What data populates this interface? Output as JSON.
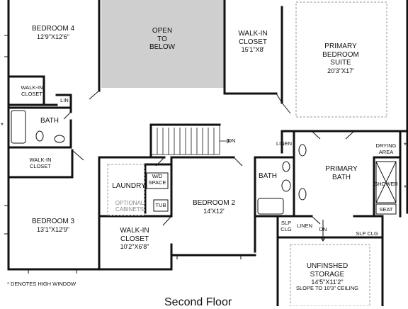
{
  "rooms": {
    "bedroom4": {
      "name": "BEDROOM 4",
      "dims": "12'9\"X12'6\""
    },
    "open_to_below": {
      "line1": "OPEN",
      "line2": "TO",
      "line3": "BELOW"
    },
    "walkin_closet_top": {
      "name": "WALK-IN",
      "name2": "CLOSET",
      "dims": "15'1\"X8'"
    },
    "primary_suite": {
      "line1": "PRIMARY",
      "line2": "BEDROOM",
      "line3": "SUITE",
      "dims": "20'3\"X17'"
    },
    "walkin_closet_b4": {
      "name": "WALK-IN",
      "name2": "CLOSET"
    },
    "lin_top": {
      "name": "LIN"
    },
    "bath_left": {
      "name": "BATH"
    },
    "dn_stair": {
      "name": "DN"
    },
    "linen_right": {
      "name": "LINEN"
    },
    "drying_area": {
      "name": "DRYING",
      "name2": "AREA"
    },
    "primary_bath": {
      "name": "PRIMARY",
      "name2": "BATH"
    },
    "walkin_closet_b3": {
      "name": "WALK-IN",
      "name2": "CLOSET"
    },
    "laundry": {
      "name": "LAUNDRY"
    },
    "wd_space": {
      "name": "W/D",
      "name2": "SPACE"
    },
    "optional_cabinets": {
      "name": "OPTIONAL",
      "name2": "CABINETS"
    },
    "tub": {
      "name": "TUB"
    },
    "bedroom2": {
      "name": "BEDROOM 2",
      "dims": "14'X12'"
    },
    "bath_mid": {
      "name": "BATH"
    },
    "shower": {
      "name": "SHOWER"
    },
    "seat": {
      "name": "SEAT"
    },
    "bedroom3": {
      "name": "BEDROOM 3",
      "dims": "13'1\"X12'9\""
    },
    "slp_clg_left": {
      "name": "SLP",
      "name2": "CLG"
    },
    "linen_bottom": {
      "name": "LINEN"
    },
    "dn_bottom": {
      "name": "DN"
    },
    "slp_clg_right": {
      "name": "SLP CLG"
    },
    "walkin_closet_bottom": {
      "name": "WALK-IN",
      "name2": "CLOSET",
      "dims": "10'2\"X6'8\""
    },
    "storage": {
      "name": "UNFINSHED",
      "name2": "STORAGE",
      "dims": "14'5\"X11'2\"",
      "note": "SLOPE TO 10'3\" CEILING"
    }
  },
  "markers": {
    "star": "*"
  },
  "note": "* DENOTES HIGH WINDOW",
  "floor_title": "Second Floor",
  "colors": {
    "wall": "#111111",
    "open_area": "#cfcfcf",
    "dash": "#9a9a9a"
  }
}
